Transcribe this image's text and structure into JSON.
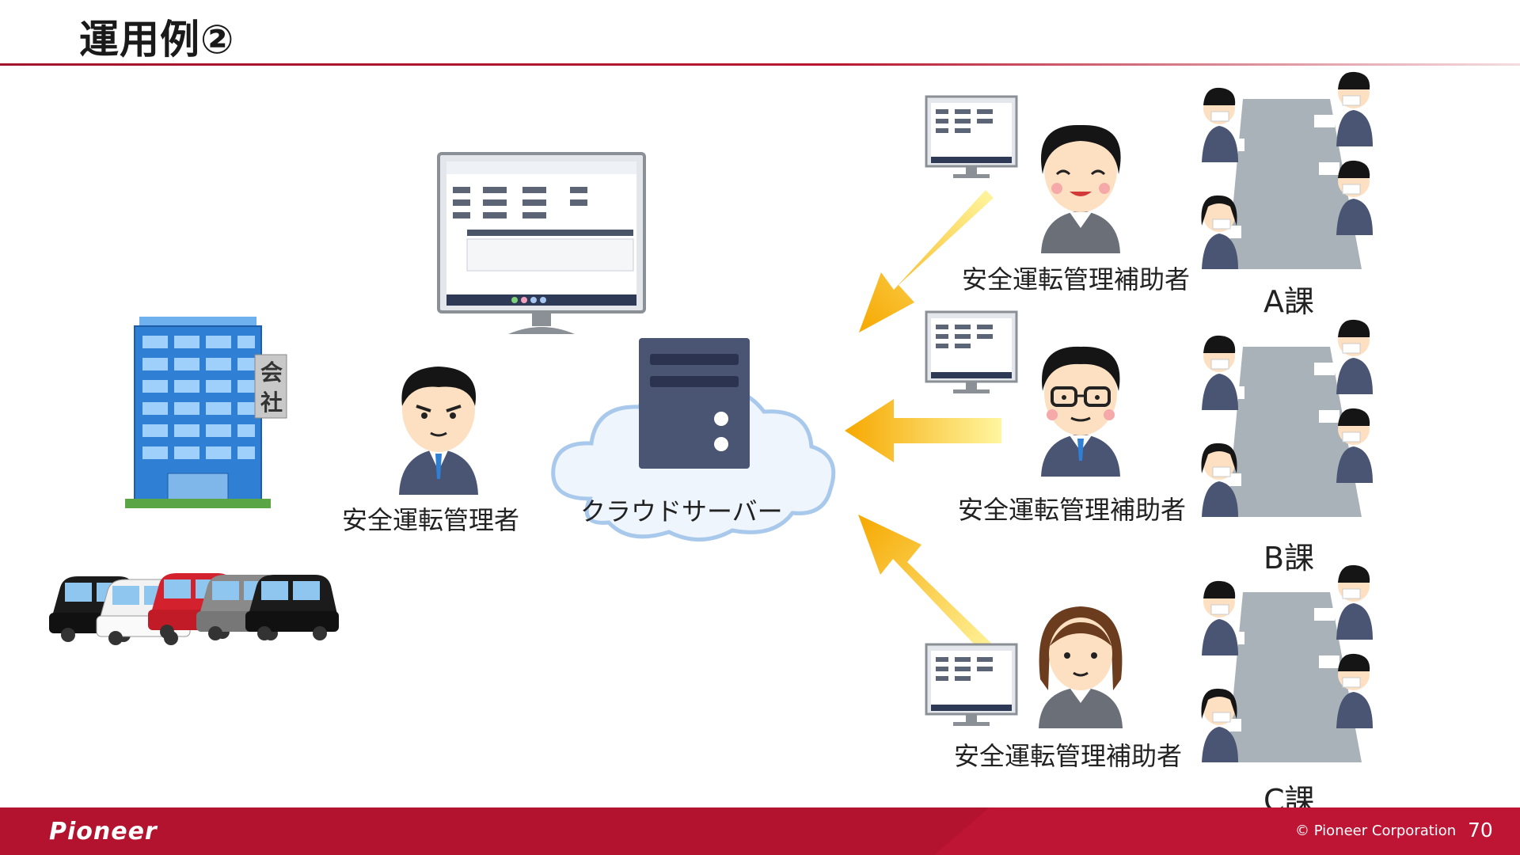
{
  "title": "運用例②",
  "labels": {
    "manager": "安全運転管理者",
    "cloud": "クラウドサーバー",
    "assistant_a": "安全運転管理補助者",
    "assistant_b": "安全運転管理補助者",
    "assistant_c": "安全運転管理補助者"
  },
  "sections": {
    "a": "A課",
    "b": "B課",
    "c": "C課"
  },
  "building_sign": [
    "会",
    "社"
  ],
  "footer": {
    "logo": "Pioneer",
    "copyright": "© Pioneer  Corporation",
    "page_number": "70"
  },
  "colors": {
    "accent": "#b3132f",
    "arrow": "#f6b400",
    "building": "#2f7fd4"
  }
}
